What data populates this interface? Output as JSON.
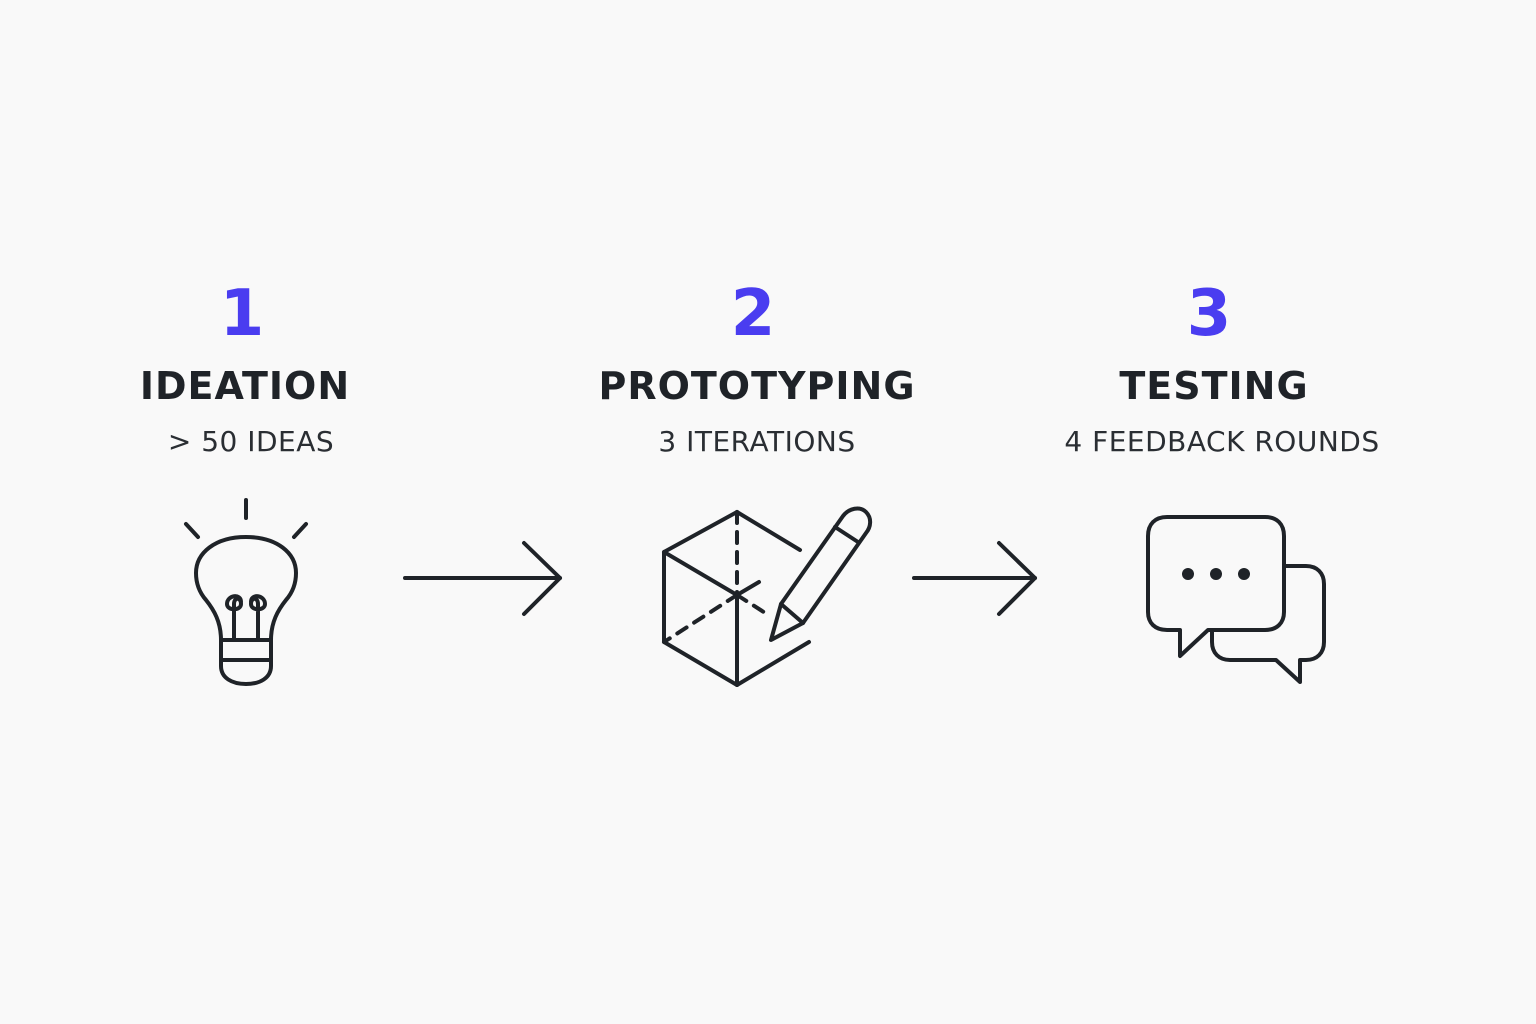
{
  "steps": [
    {
      "number": "1",
      "title": "IDEATION",
      "metric": "> 50 IDEAS",
      "icon": "lightbulb-icon"
    },
    {
      "number": "2",
      "title": "PROTOTYPING",
      "metric": "3 ITERATIONS",
      "icon": "cube-pencil-icon"
    },
    {
      "number": "3",
      "title": "TESTING",
      "metric": "4 FEEDBACK ROUNDS",
      "icon": "chat-bubbles-icon"
    }
  ],
  "connectors": [
    {
      "icon": "arrow-right-icon"
    },
    {
      "icon": "arrow-right-icon"
    }
  ],
  "colors": {
    "accent": "#4a3df0",
    "text": "#1f2328",
    "background": "#f9f9f9"
  }
}
